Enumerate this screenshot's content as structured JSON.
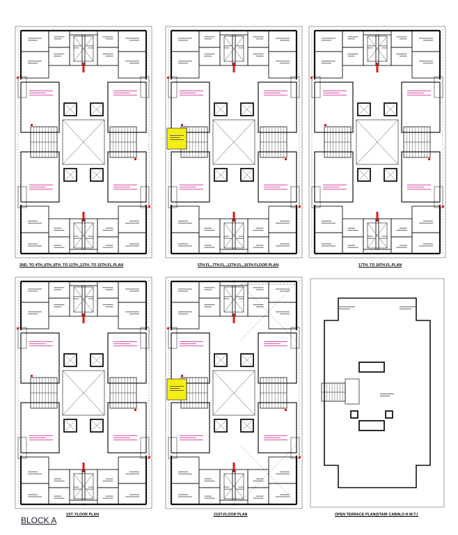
{
  "sheet_title": "BLOCK A",
  "plans": [
    {
      "id": "p1",
      "caption": "2ND. TO 4TH.,6TH.,8TH. TO 11TH.,13TH. TO 15TH.FL.PLAN",
      "kind": "typical",
      "highlight": false
    },
    {
      "id": "p2",
      "caption": "5TH.FL.,7TH.FL.,12TH.FL.,16TH.FLOOR PLAN",
      "kind": "typical",
      "highlight": true
    },
    {
      "id": "p3",
      "caption": "17TH. TO 20TH.FL.PLAN",
      "kind": "typical",
      "highlight": false
    },
    {
      "id": "p4",
      "caption": "1ST. FLOOR PLAN",
      "kind": "typical",
      "highlight": false
    },
    {
      "id": "p5",
      "caption": "21ST.FLOOR PLAN",
      "kind": "typical-21",
      "highlight": true
    },
    {
      "id": "p6",
      "caption": "OPEN TERRACE PLAN(STAIR CABIN,O.H.W.T.)",
      "kind": "terrace",
      "highlight": false
    }
  ],
  "colors": {
    "line": "#111111",
    "accent_red": "#e01515",
    "highlight_yellow": "#f4ee16",
    "pink_text": "#d4399a",
    "title_blue": "#1a1a2e"
  },
  "icons": [
    "stair-icon",
    "lift-icon",
    "void-cross-icon"
  ]
}
